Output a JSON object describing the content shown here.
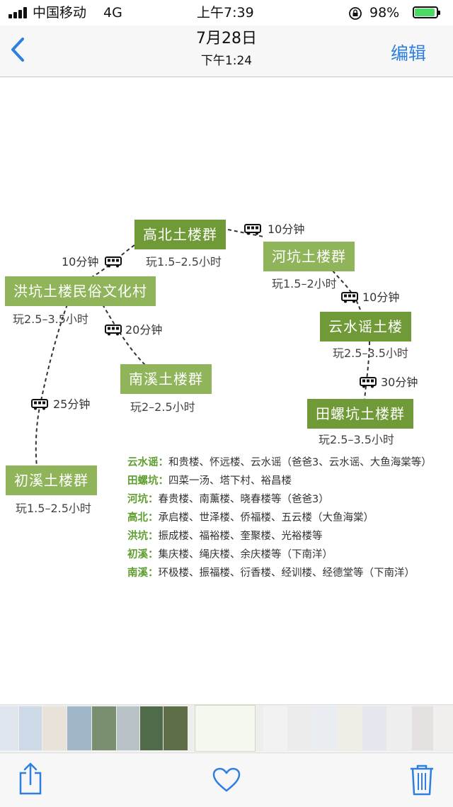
{
  "status": {
    "carrier": "中国移动",
    "network": "4G",
    "time": "上午7:39",
    "battery": "98%"
  },
  "nav": {
    "title": "7月28日",
    "subtitle": "下午1:24",
    "edit_label": "编辑",
    "back_icon": "chevron-left-icon"
  },
  "map": {
    "nodes": {
      "gaobei": "高北土楼群",
      "hekeng": "河坑土楼群",
      "honkeng": "洪坑土楼民俗文化村",
      "yunshuiyao": "云水谣土楼",
      "nanxi": "南溪土楼群",
      "tianluokeng": "田螺坑土楼群",
      "chuxi": "初溪土楼群"
    },
    "play_times": {
      "gaobei": "玩1.5–2.5小时",
      "hekeng": "玩1.5–2小时",
      "honkeng": "玩2.5–3.5小时",
      "yunshuiyao": "玩2.5–3.5小时",
      "nanxi": "玩2–2.5小时",
      "tianluokeng": "玩2.5–3.5小时",
      "chuxi": "玩1.5–2.5小时"
    },
    "durations": {
      "gaobei_hekeng": "10分钟",
      "gaobei_honkeng": "10分钟",
      "hekeng_yunshuiyao": "10分钟",
      "honkeng_nanxi": "20分钟",
      "yunshuiyao_tianluokeng": "30分钟",
      "honkeng_chuxi": "25分钟"
    },
    "legend": [
      {
        "key": "云水谣：",
        "value": "和贵楼、怀远楼、云水谣（爸爸3、云水谣、大鱼海棠等）"
      },
      {
        "key": "田螺坑：",
        "value": "四菜一汤、塔下村、裕昌楼"
      },
      {
        "key": "河坑：",
        "value": "春贵楼、南薰楼、晓春楼等（爸爸3）"
      },
      {
        "key": "高北：",
        "value": "承启楼、世泽楼、侨福楼、五云楼（大鱼海棠）"
      },
      {
        "key": "洪坑：",
        "value": "振成楼、福裕楼、奎聚楼、光裕楼等"
      },
      {
        "key": "初溪：",
        "value": "集庆楼、绳庆楼、余庆楼等（下南洋）"
      },
      {
        "key": "南溪：",
        "value": "环极楼、振福楼、衍香楼、经训楼、经德堂等（下南洋）"
      }
    ],
    "colors": {
      "node": "#6f9a37",
      "legend_key": "#5e9d2e"
    }
  },
  "toolbar": {
    "share_icon": "share-icon",
    "favorite_icon": "heart-icon",
    "delete_icon": "trash-icon"
  }
}
